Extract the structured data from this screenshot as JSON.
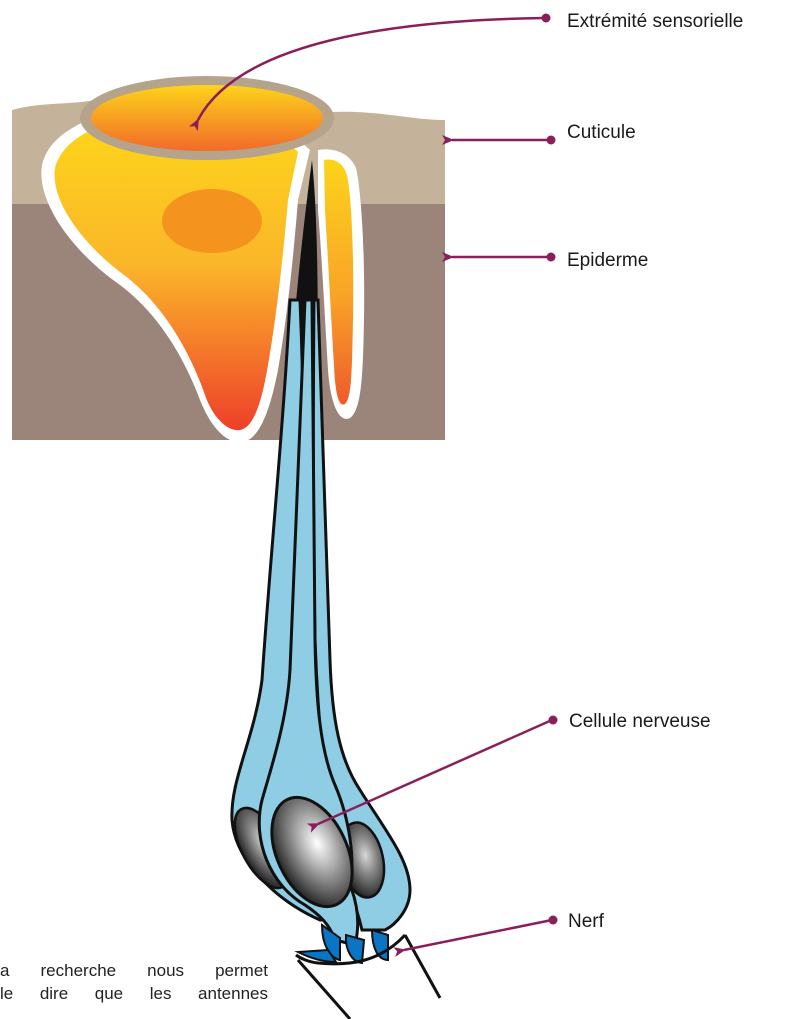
{
  "labels": {
    "sensory_tip": "Extrémité sensorielle",
    "cuticle": "Cuticule",
    "epidermis": "Epiderme",
    "nerve_cell": "Cellule nerveuse",
    "nerve": "Nerf"
  },
  "body_text": {
    "line1": "a recherche nous permet",
    "line2": "le dire que les antennes"
  },
  "colors": {
    "cuticle": "#c4b39a",
    "epidermis": "#9b857a",
    "cell_yellow": "#fbc21a",
    "cell_red": "#ee3f2a",
    "nucleus": "#f4941e",
    "neuron_fill": "#8ecde3",
    "nerve_blue": "#0b74c4",
    "pointer": "#8b1f5a"
  }
}
